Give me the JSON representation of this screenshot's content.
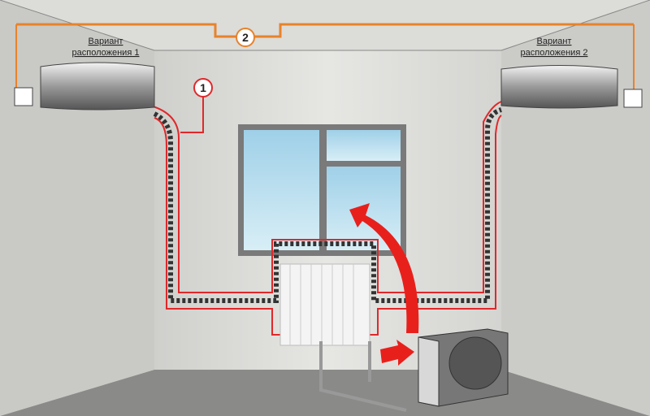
{
  "labels": {
    "variant1_line1": "Вариант",
    "variant1_line2": "расположения 1",
    "variant2_line1": "Вариант",
    "variant2_line2": "расположения 2"
  },
  "markers": {
    "route_1": "1",
    "route_2": "2"
  },
  "colors": {
    "route_red": "#e0282a",
    "cable_orange": "#e8822a",
    "arrow_red": "#e8201c",
    "window_glass": "#b8dcec",
    "wall": "#d9d9d6"
  }
}
